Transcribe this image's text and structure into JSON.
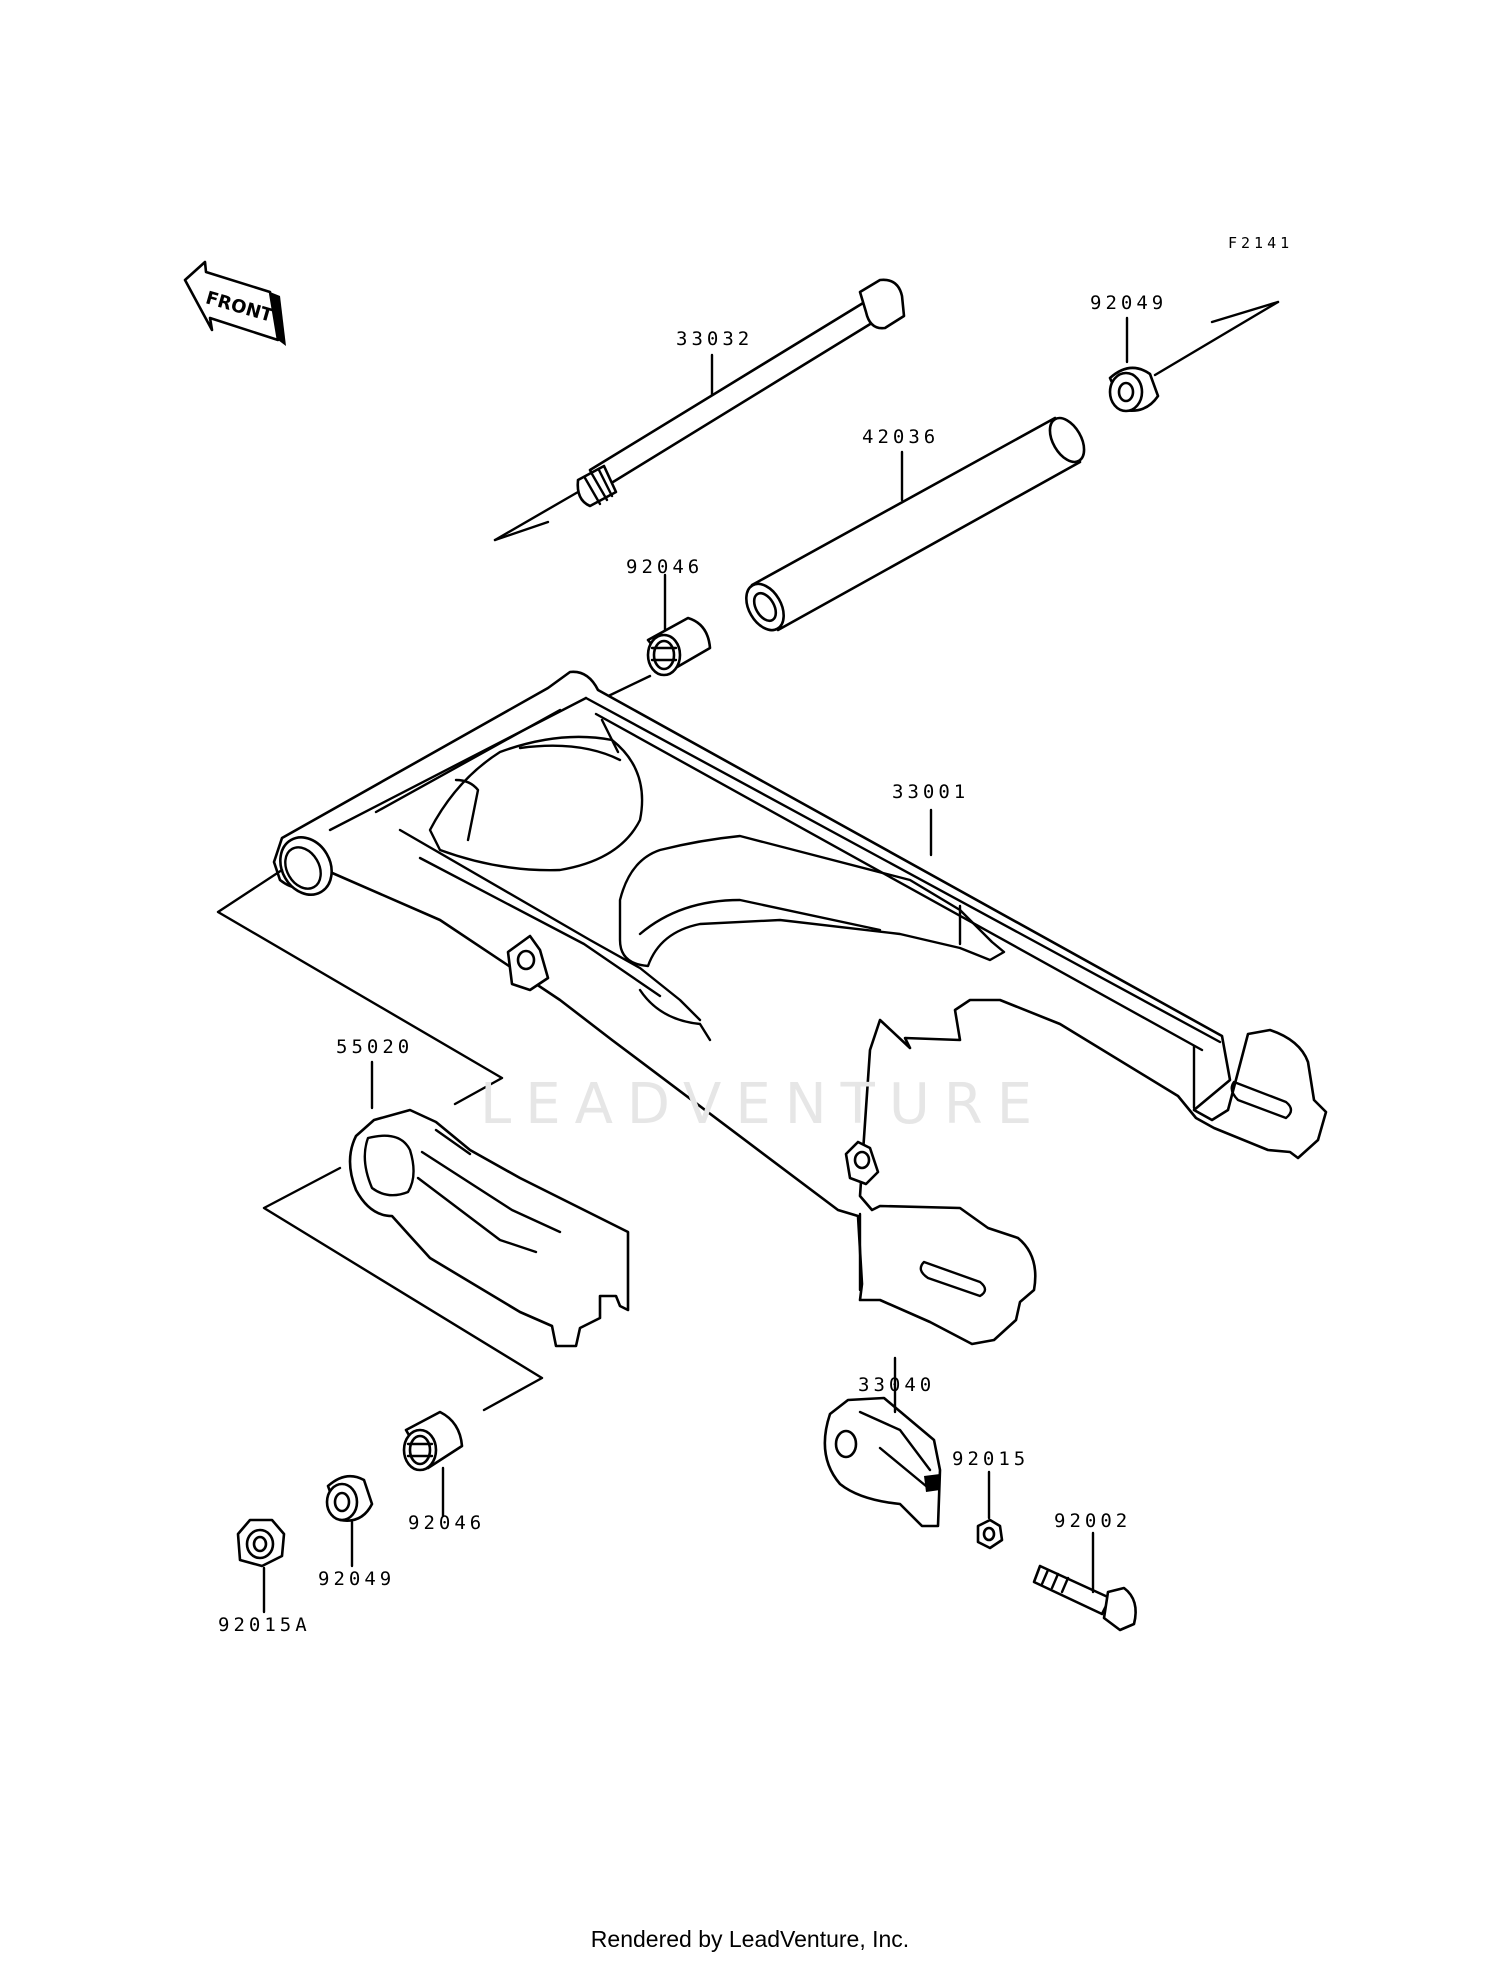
{
  "diagram_code": "F2141",
  "front_label": "FRONT",
  "watermark": "LEADVENTURE",
  "footer": "Rendered by LeadVenture, Inc.",
  "part_labels": {
    "p33032": "33032",
    "p92049_top": "92049",
    "p42036": "42036",
    "p92046_top": "92046",
    "p33001": "33001",
    "p55020": "55020",
    "p33040": "33040",
    "p92015": "92015",
    "p92002": "92002",
    "p92046_bottom": "92046",
    "p92049_bottom": "92049",
    "p92015A": "92015A"
  }
}
